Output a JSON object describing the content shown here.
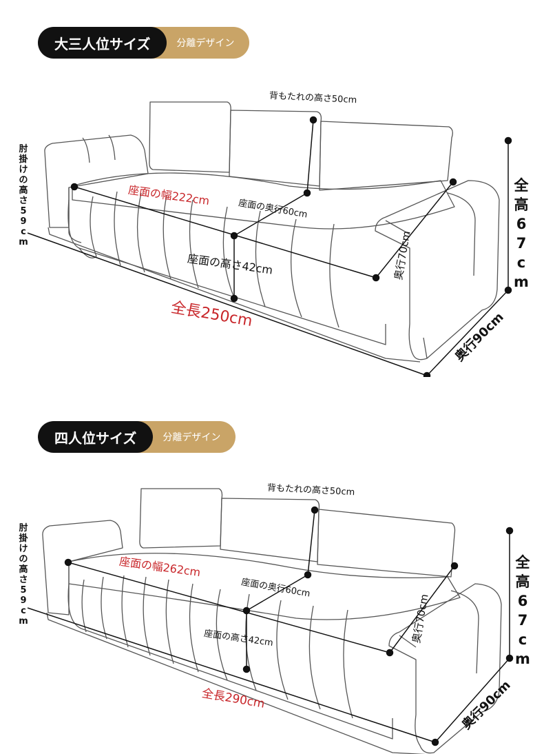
{
  "sections": [
    {
      "title": "大三人位サイズ",
      "subtitle": "分離デザイン",
      "armrest_height": "肘掛けの高さ59cm",
      "back_height": "背もたれの高さ50cm",
      "seat_width": "座面の幅222cm",
      "seat_depth": "座面の奥行60cm",
      "seat_height": "座面の高さ42cm",
      "total_length": "全長250cm",
      "depth_70": "奥行70cm",
      "total_height": "全高67cm",
      "total_depth": "奥行90cm"
    },
    {
      "title": "四人位サイズ",
      "subtitle": "分離デザイン",
      "armrest_height": "肘掛けの高さ59cm",
      "back_height": "背もたれの高さ50cm",
      "seat_width": "座面の幅262cm",
      "seat_depth": "座面の奥行60cm",
      "seat_height": "座面の高さ42cm",
      "total_length": "全長290cm",
      "depth_70": "奥行70cm",
      "total_height": "全高67cm",
      "total_depth": "奥行90cm"
    }
  ],
  "colors": {
    "accent_red": "#c8262a",
    "pill_dark": "#111111",
    "pill_gold": "#c9a467"
  }
}
